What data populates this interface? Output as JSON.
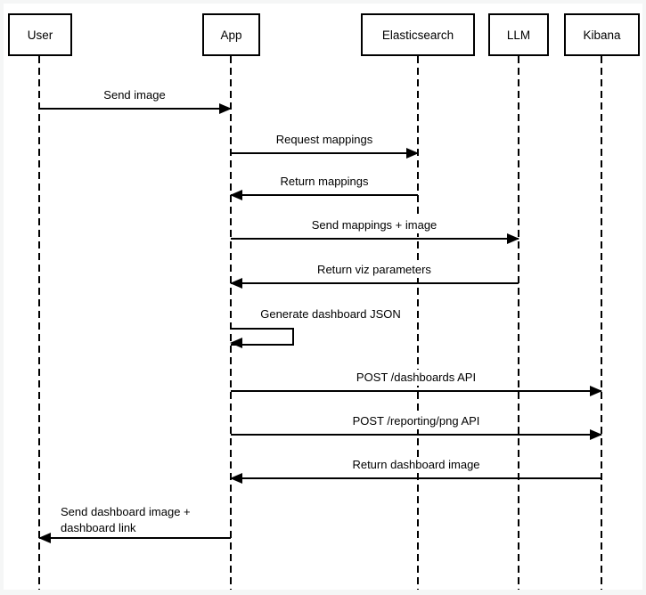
{
  "diagram": {
    "type": "sequence-diagram",
    "colors": {
      "line": "#000000",
      "text": "#000000",
      "box_fill": "#ffffff",
      "canvas": "#ffffff",
      "frame": "#f5f6f6"
    },
    "participants": [
      {
        "label": "User"
      },
      {
        "label": "App"
      },
      {
        "label": "Elasticsearch"
      },
      {
        "label": "LLM"
      },
      {
        "label": "Kibana"
      }
    ],
    "messages": [
      {
        "label": "Send image",
        "from": "User",
        "to": "App"
      },
      {
        "label": "Request mappings",
        "from": "App",
        "to": "Elasticsearch"
      },
      {
        "label": "Return mappings",
        "from": "Elasticsearch",
        "to": "App"
      },
      {
        "label": "Send mappings + image",
        "from": "App",
        "to": "LLM"
      },
      {
        "label": "Return viz parameters",
        "from": "LLM",
        "to": "App"
      },
      {
        "label": "Generate dashboard JSON",
        "from": "App",
        "to": "App",
        "self_message": true
      },
      {
        "label": "POST /dashboards API",
        "from": "App",
        "to": "Kibana"
      },
      {
        "label": "POST /reporting/png API",
        "from": "App",
        "to": "Kibana"
      },
      {
        "label": "Return dashboard image",
        "from": "Kibana",
        "to": "App"
      },
      {
        "label": "Send dashboard image + dashboard link",
        "from": "App",
        "to": "User"
      }
    ]
  }
}
